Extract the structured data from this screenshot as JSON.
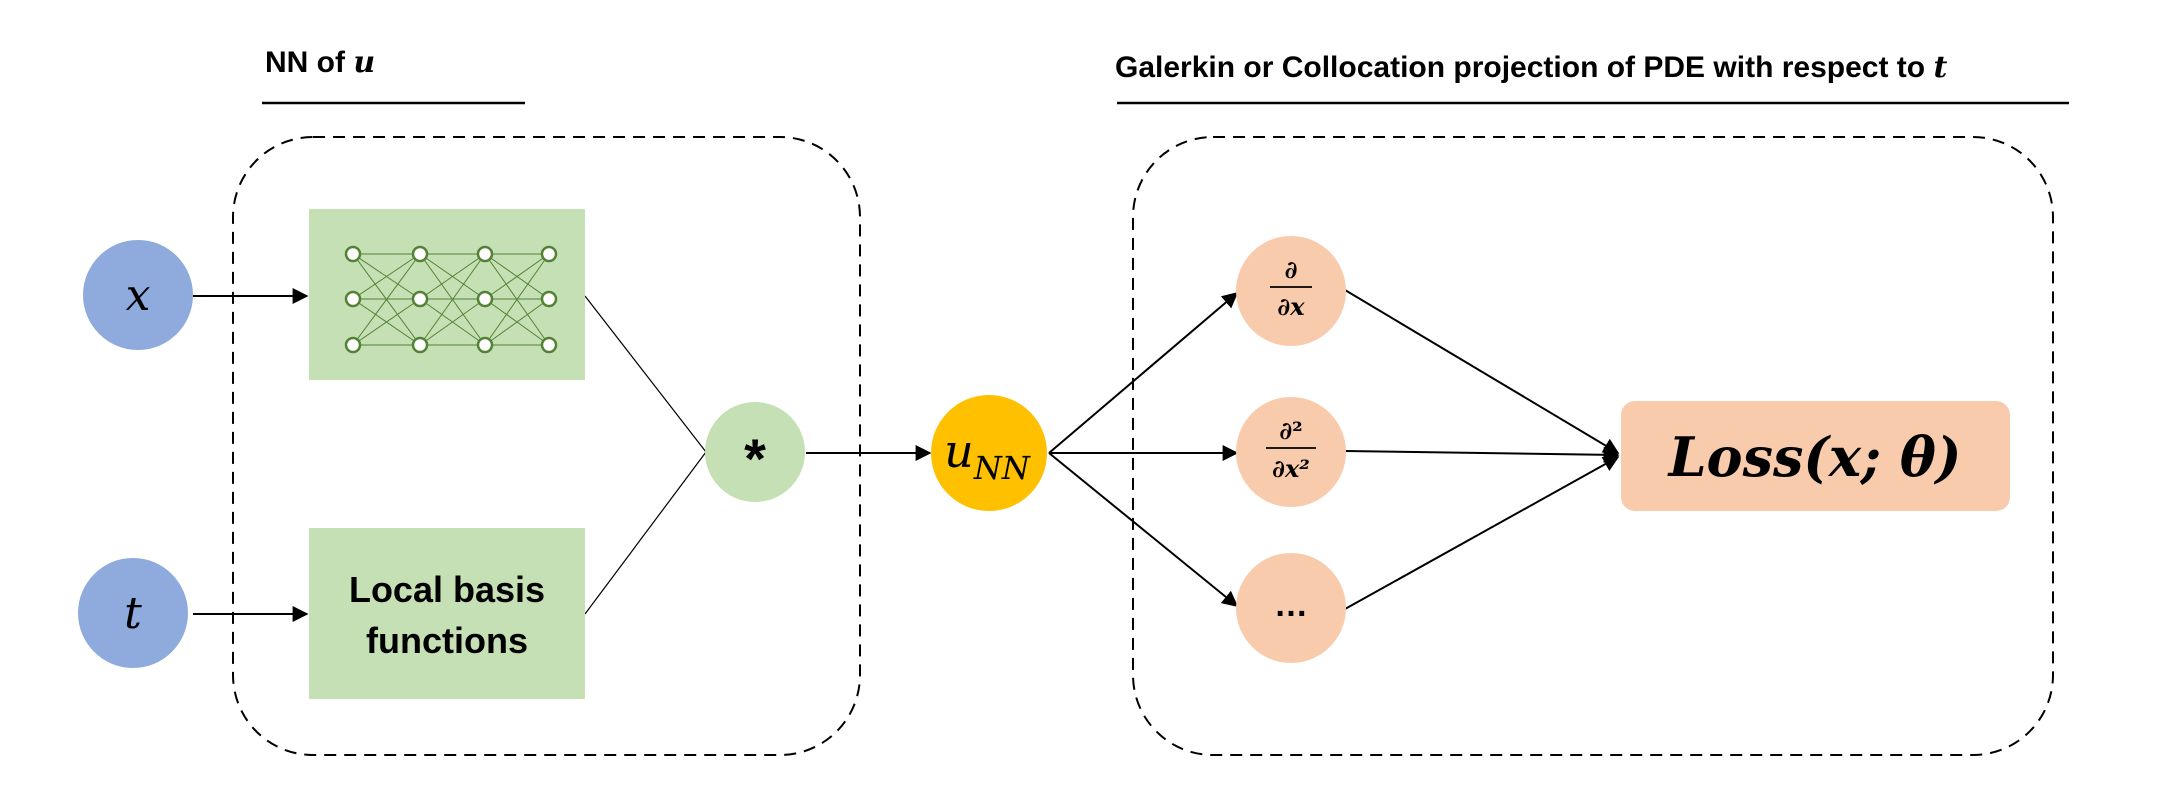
{
  "labels": {
    "nn_section_prefix": "NN of ",
    "nn_section_var": "u",
    "proj_section_prefix": "Galerkin or Collocation projection of PDE with respect to ",
    "proj_section_var": "t",
    "input_x": "x",
    "input_t": "t",
    "basis_line1": "Local basis",
    "basis_line2": "functions",
    "product_symbol": "*",
    "u_main": "u",
    "u_sub": "NN",
    "d1_num": "∂",
    "d1_den": "∂x",
    "d2_num": "∂²",
    "d2_den": "∂x²",
    "d3": "…",
    "loss": "Loss(x; θ)"
  },
  "colors": {
    "input_node": "#8faadc",
    "green_box": "#c5e0b4",
    "green_circle": "#c5e0b4",
    "network_stroke": "#548235",
    "u_node": "#ffc000",
    "orange": "#f8cbad",
    "line": "#000000"
  }
}
